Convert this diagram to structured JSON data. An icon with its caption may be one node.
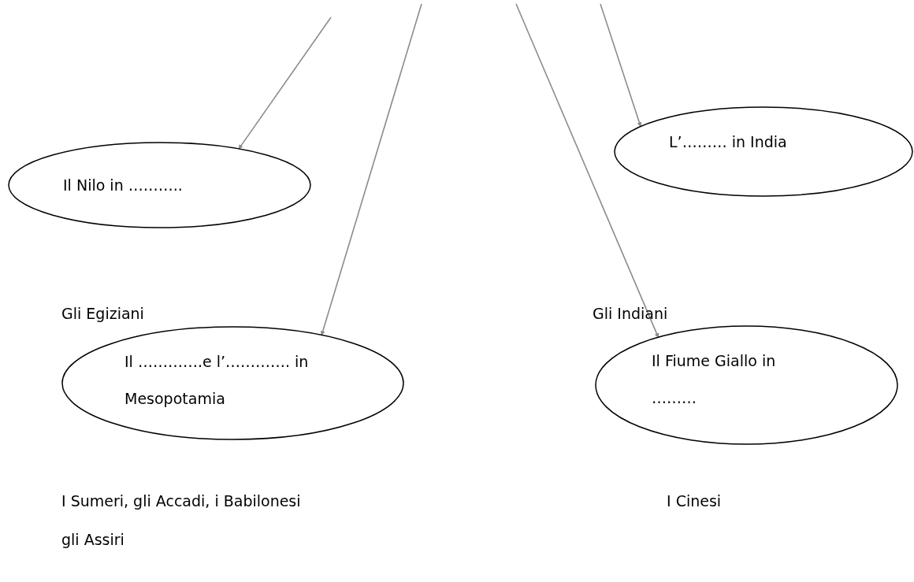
{
  "diagram": {
    "nodes": [
      {
        "text": [
          "L’……… in India"
        ]
      },
      {
        "text": [
          "Il Nilo in ……….."
        ]
      },
      {
        "text": [
          "Il ………….e l’…………. in Mesopotamia"
        ]
      },
      {
        "text": [
          "Il Fiume Giallo in ………"
        ]
      }
    ],
    "edges": [
      {
        "from": null,
        "to": 1,
        "arrow": "to"
      },
      {
        "from": null,
        "to": 2,
        "arrow": "to"
      },
      {
        "from": null,
        "to": 3,
        "arrow": "to"
      },
      {
        "from": null,
        "to": 0,
        "arrow": "to"
      }
    ],
    "labels": [
      "Gli Egiziani",
      "Gli Indiani",
      "I Sumeri, gli Accadi, i Babilonesi",
      "I Cinesi",
      "gli Assiri"
    ]
  }
}
